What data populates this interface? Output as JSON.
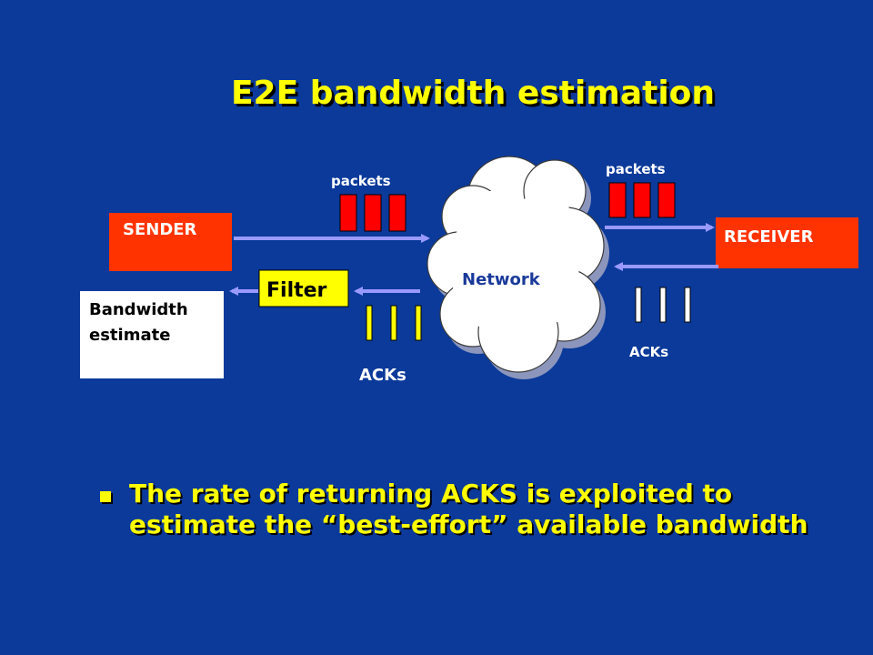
{
  "slide": {
    "title": "E2E bandwidth estimation",
    "bullet": "The rate of returning ACKS is exploited  to estimate the “best-effort” available bandwidth"
  },
  "diagram": {
    "sender_label": "SENDER",
    "receiver_label": "RECEIVER",
    "network_label": "Network",
    "filter_label": "Filter",
    "bandwidth_line1": "Bandwidth",
    "bandwidth_line2": "estimate",
    "packets_left_label": "packets",
    "packets_right_label": "packets",
    "acks_left_label": "ACKs",
    "acks_right_label": "ACKs"
  },
  "colors": {
    "background": "#0b3a9a",
    "title": "#ffff00",
    "sender_fill": "#ff3300",
    "packet_fill": "#ff0000",
    "ack_fill": "#ffff00",
    "filter_fill": "#ffff00",
    "arrow": "#9999ff"
  }
}
